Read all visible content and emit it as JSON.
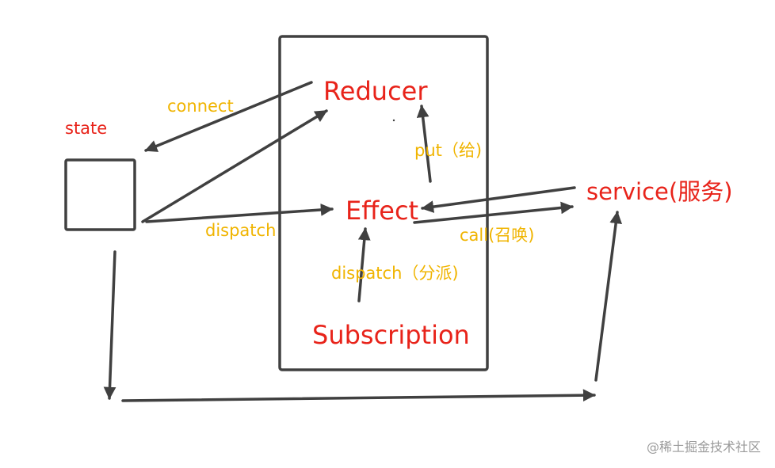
{
  "nodes": {
    "reducer": "Reducer",
    "effect": "Effect",
    "subscription": "Subscription",
    "service": "service(服务)",
    "state": "state"
  },
  "edges": {
    "connect": "connect",
    "dispatch": "dispatch",
    "put": "put（给)",
    "call": "call(召唤)",
    "dispatch_sub": "dispatch（分派)"
  },
  "watermark": "@稀土掘金技术社区",
  "colors": {
    "node_text": "#e8231a",
    "edge_text": "#f0b400",
    "stroke": "#404040",
    "watermark": "#9a9a9a"
  }
}
